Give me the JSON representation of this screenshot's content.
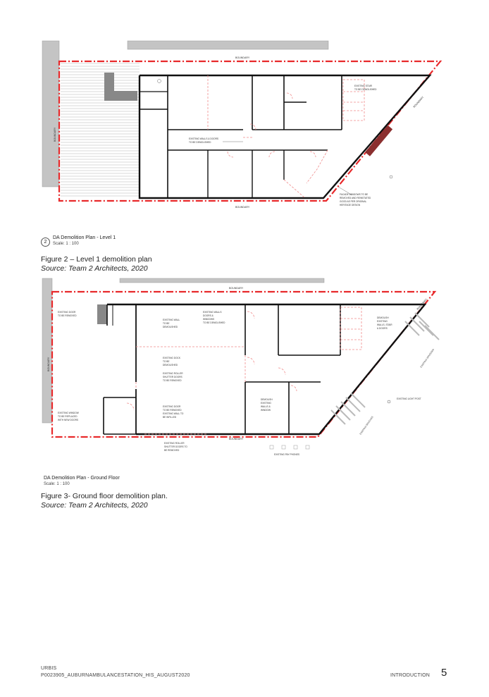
{
  "plan1": {
    "title": "DA Demolition Plan - Level 1",
    "scale": "Scale: 1 : 100",
    "badge": "2",
    "labels": {
      "boundary_top": "BOUNDARY",
      "boundary_bottom": "BOUNDARY",
      "boundary_left": "BOUNDARY",
      "boundary_right": "BOUNDARY",
      "stair": [
        "EXISTING STAIR",
        "TO BE DEMOLISHED"
      ],
      "walls": [
        "EXISTING WALLS & DOORS",
        "TO BE DEMOLISHED"
      ],
      "facade": [
        "FACADE WINDOWS TO BE",
        "REMOVED AND REINSTATED",
        "GOOD AS PER ORIGINAL",
        "HERITAGE DESIGN"
      ]
    }
  },
  "figure2": {
    "caption": "Figure 2 – Level 1 demolition plan",
    "source": "Source: Team 2 Architects, 2020"
  },
  "plan2": {
    "title": "DA Demolition Plan - Ground Floor",
    "scale": "Scale: 1 : 100",
    "labels": {
      "boundary_top": "BOUNDARY",
      "boundary_left": "BOUNDARY",
      "boundary_right": "BOUNDARY",
      "boundary_bottom": "BOUNDARY",
      "existing_door": [
        "EXISTING DOOR",
        "TO BE REMOVED"
      ],
      "existing_wall": [
        "EXISTING WALL",
        "TO BE",
        "DEMOLISHED"
      ],
      "existing_walls_doors": [
        "EXISTING WALLS",
        "DOORS &",
        "WINDOWS",
        "TO BE DEMOLISHED"
      ],
      "demolish_stair": [
        "DEMOLISH",
        "EXISTING",
        "WALLS, STAIR",
        "& DOORS"
      ],
      "existing_dock": [
        "EXISTING DOCK",
        "TO BE",
        "DEMOLISHED"
      ],
      "roller_shutter_mid": [
        "EXISTING ROLLER",
        "SHUTTER DOORS",
        "TO BE REMOVED"
      ],
      "existing_window": [
        "EXISTING WINDOW",
        "TO BE REPLACED",
        "WITH NEW DOORS"
      ],
      "door_wall": [
        "EXISTING DOOR",
        "TO BE REMOVED",
        "EXISTING WALL TO",
        "BE INFILLED"
      ],
      "demolish_walls_window": [
        "DEMOLISH",
        "EXISTING",
        "WALLS &",
        "WINDOW"
      ],
      "existing_windows": "EXISTING WINDOWS",
      "light_post": "EXISTING LIGHT POST",
      "existing_benches": "EXISTING BENCHES",
      "roller_shutter_bottom": [
        "EXISTING ROLLER",
        "SHUTTER DOORS TO",
        "BE REMOVED"
      ],
      "phones": "EXISTING PAY PHONES"
    }
  },
  "figure3": {
    "caption": "Figure 3- Ground floor demolition plan.",
    "source": "Source: Team 2 Architects, 2020"
  },
  "footer": {
    "company": "URBIS",
    "code": "P0023905_AUBURNAMBULANCESTATION_HIS_AUGUST2020",
    "section": "INTRODUCTION",
    "page": "5"
  },
  "colors": {
    "boundary": "#e8292b",
    "wall": "#111111",
    "demolish": "#f08a8a",
    "road": "#bdbdbd",
    "roof": "#c7c7c7"
  }
}
